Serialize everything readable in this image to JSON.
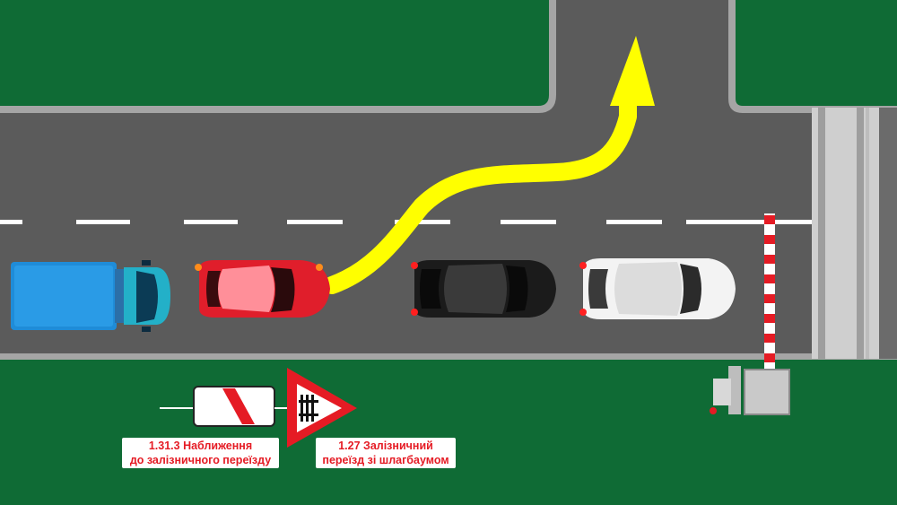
{
  "labels": {
    "sign_1_31_3": {
      "line1": "1.31.3 Наближення",
      "line2": "до залізничного переїзду"
    },
    "sign_1_27": {
      "line1": "1.27 Залізничний",
      "line2": "переїзд зі шлагбаумом"
    }
  },
  "colors": {
    "grass": "#0f6b35",
    "road": "#5b5b5b",
    "curb": "#9a9a9a",
    "arrow": "#ffff00",
    "sign_red": "#e51b24",
    "truck": "#1e90ff",
    "red_car": "#e21b2a",
    "black_car": "#1a1a1a",
    "white_car": "#f2f2f2"
  },
  "icons": {
    "maneuver_arrow": "curved-arrow-up",
    "sign_1_31_3": "diagonal-stripe-plate",
    "sign_1_27": "railway-crossing-with-barrier-triangle",
    "barrier": "striped-boom-barrier"
  }
}
